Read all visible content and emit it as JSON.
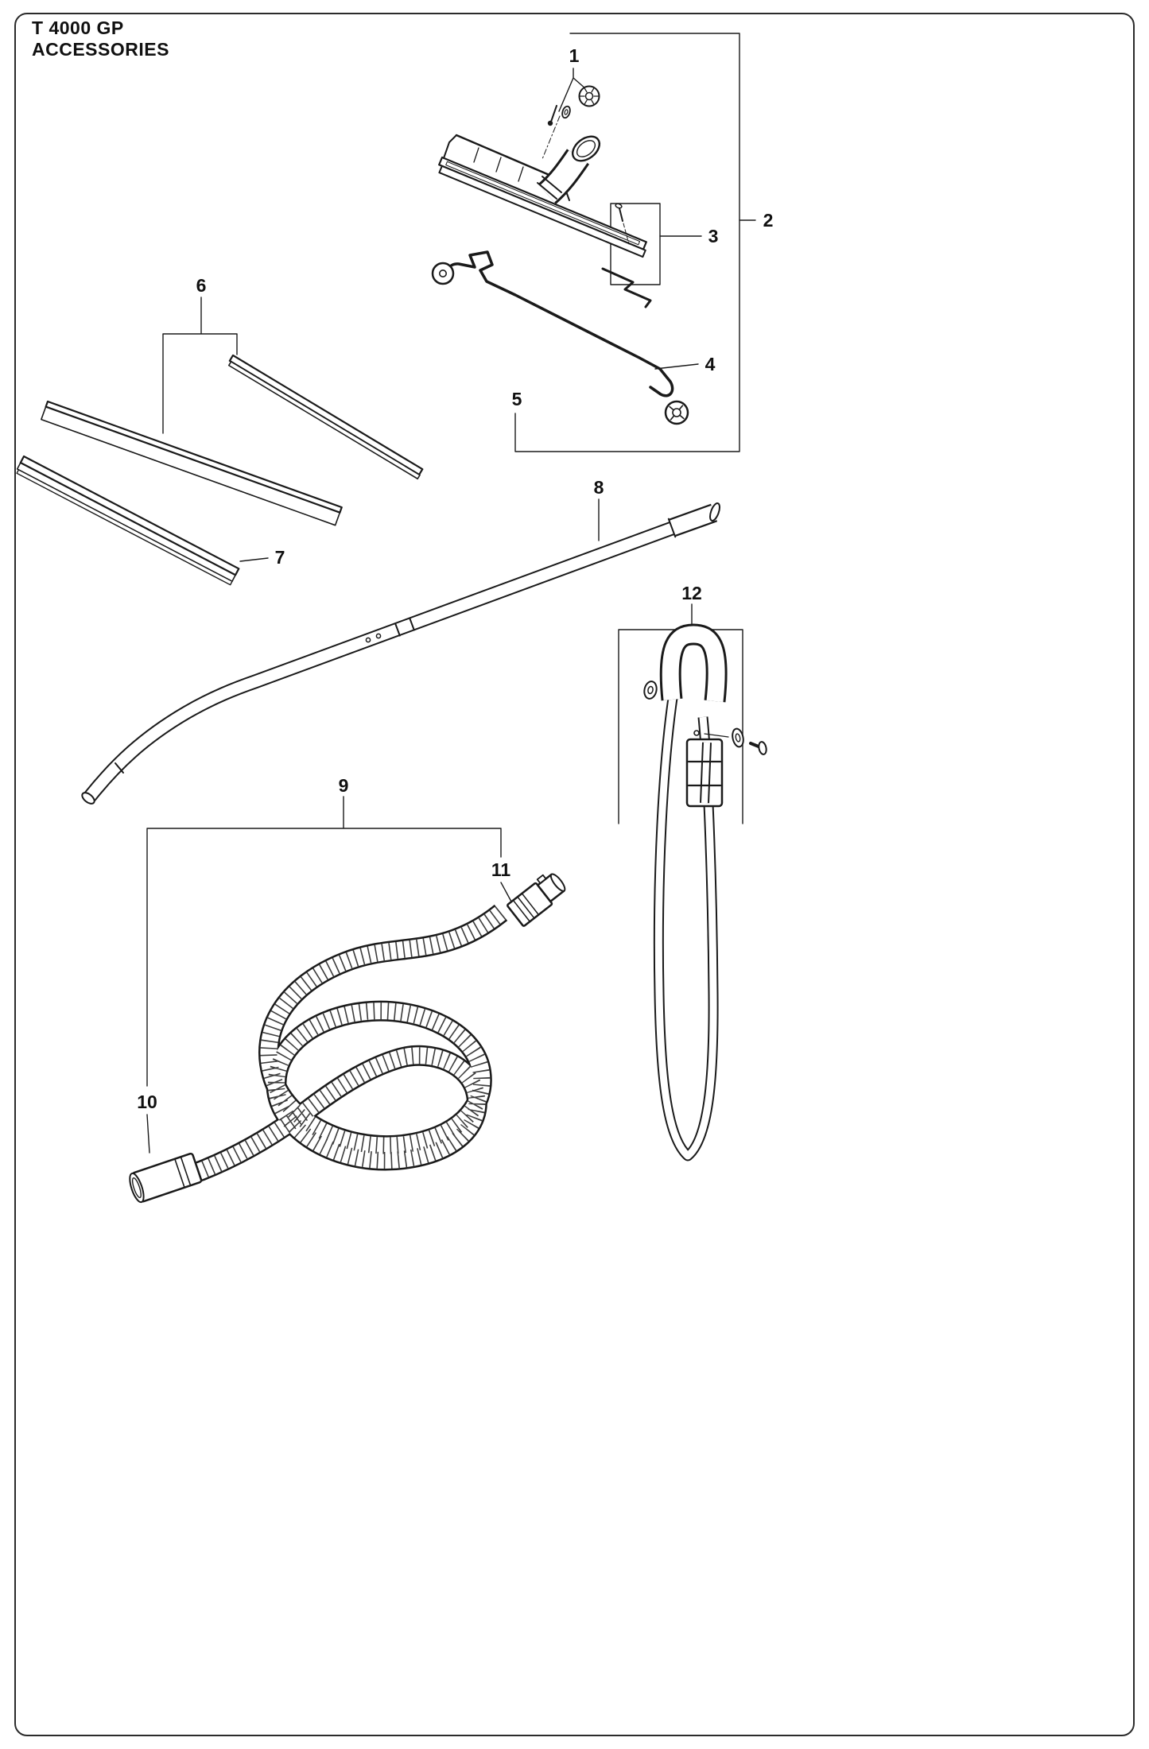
{
  "page": {
    "title_line1": "T 4000 GP",
    "title_line2": "ACCESSORIES"
  },
  "colors": {
    "ink": "#1a1a1a",
    "background": "#ffffff"
  },
  "callouts": [
    {
      "num": "1",
      "part": "knob-washer-screw-fasteners"
    },
    {
      "num": "2",
      "part": "floor-nozzle-assembly"
    },
    {
      "num": "3",
      "part": "screw-and-clip-detail"
    },
    {
      "num": "4",
      "part": "roller-wheel"
    },
    {
      "num": "5",
      "part": "wheel-frame"
    },
    {
      "num": "6",
      "part": "squeegee-and-brush-strips"
    },
    {
      "num": "7",
      "part": "squeegee-strip"
    },
    {
      "num": "8",
      "part": "wand-tube"
    },
    {
      "num": "9",
      "part": "suction-hose"
    },
    {
      "num": "10",
      "part": "hose-cuff"
    },
    {
      "num": "11",
      "part": "hose-coupling"
    },
    {
      "num": "12",
      "part": "carrying-strap"
    }
  ]
}
